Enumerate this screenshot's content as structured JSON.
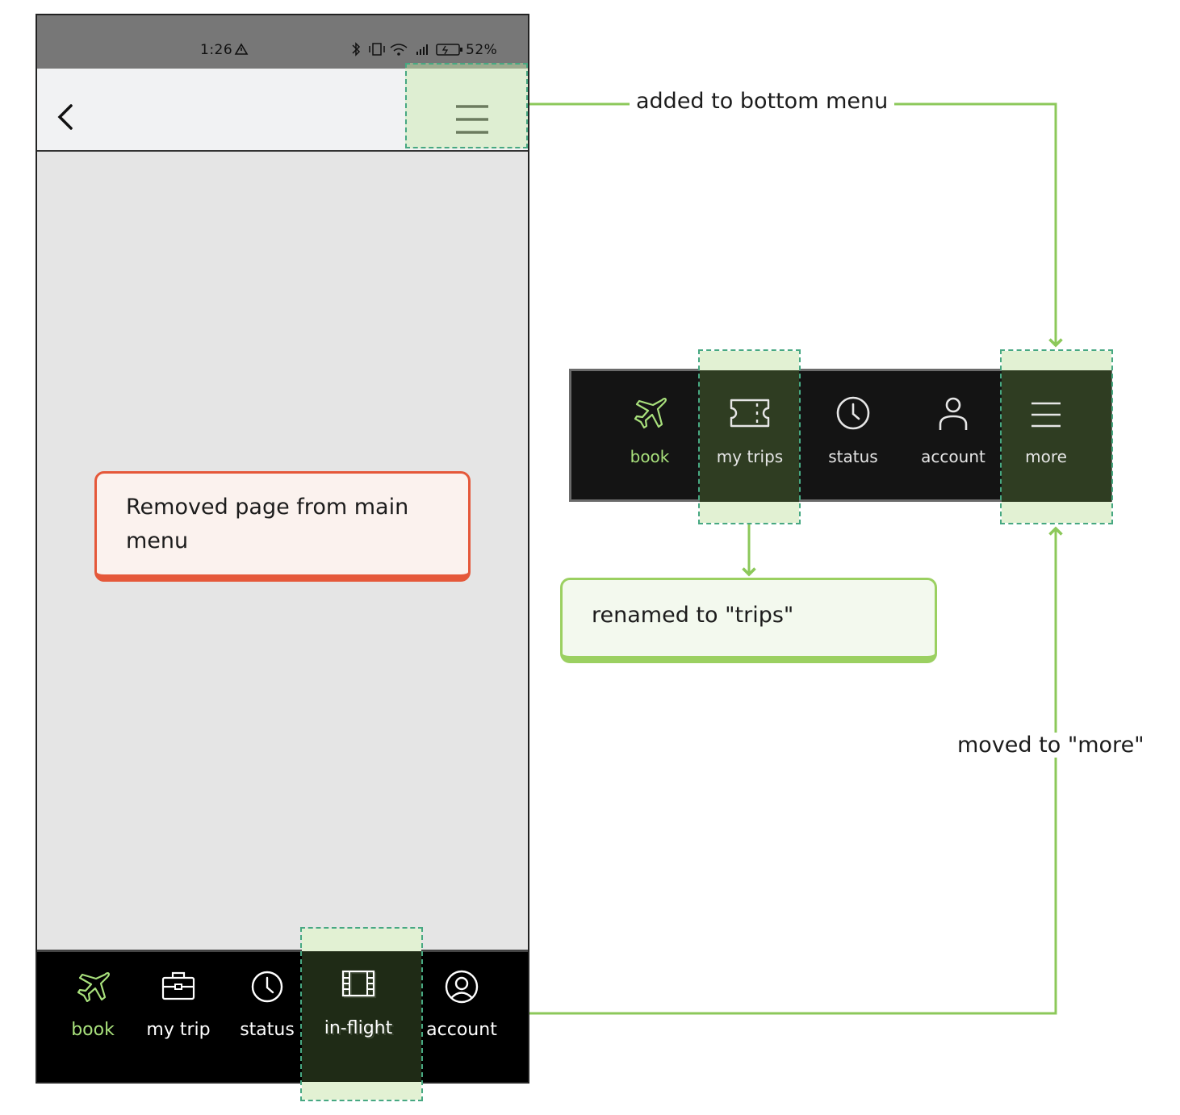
{
  "status_bar": {
    "time": "1:26",
    "battery": "52%"
  },
  "phone_nav": {
    "items": [
      {
        "label": "book",
        "icon": "airplane-icon",
        "color": "#a8e07c"
      },
      {
        "label": "my trip",
        "icon": "briefcase-icon",
        "color": "#ffffff"
      },
      {
        "label": "status",
        "icon": "clock-icon",
        "color": "#ffffff"
      },
      {
        "label": "in-flight",
        "icon": "film-icon",
        "color": "#ffffff"
      },
      {
        "label": "account",
        "icon": "user-circle-icon",
        "color": "#ffffff"
      }
    ]
  },
  "new_nav": {
    "items": [
      {
        "label": "book",
        "icon": "airplane-icon",
        "color": "#a8e07c"
      },
      {
        "label": "my trips",
        "icon": "ticket-icon",
        "color": "#e6e6e6"
      },
      {
        "label": "status",
        "icon": "clock-icon",
        "color": "#e6e6e6"
      },
      {
        "label": "account",
        "icon": "user-icon",
        "color": "#e6e6e6"
      },
      {
        "label": "more",
        "icon": "hamburger-icon",
        "color": "#e6e6e6"
      }
    ]
  },
  "annotations": {
    "removed_page": "Removed page from main menu",
    "renamed": "renamed to \"trips\"",
    "added_to_bottom": "added to bottom menu",
    "moved_to_more": "moved to \"more\""
  },
  "colors": {
    "accent_green": "#9bd061",
    "dashed_border": "#47a882",
    "highlight_fill": "#dff0cf",
    "removed_red": "#e5583a"
  }
}
